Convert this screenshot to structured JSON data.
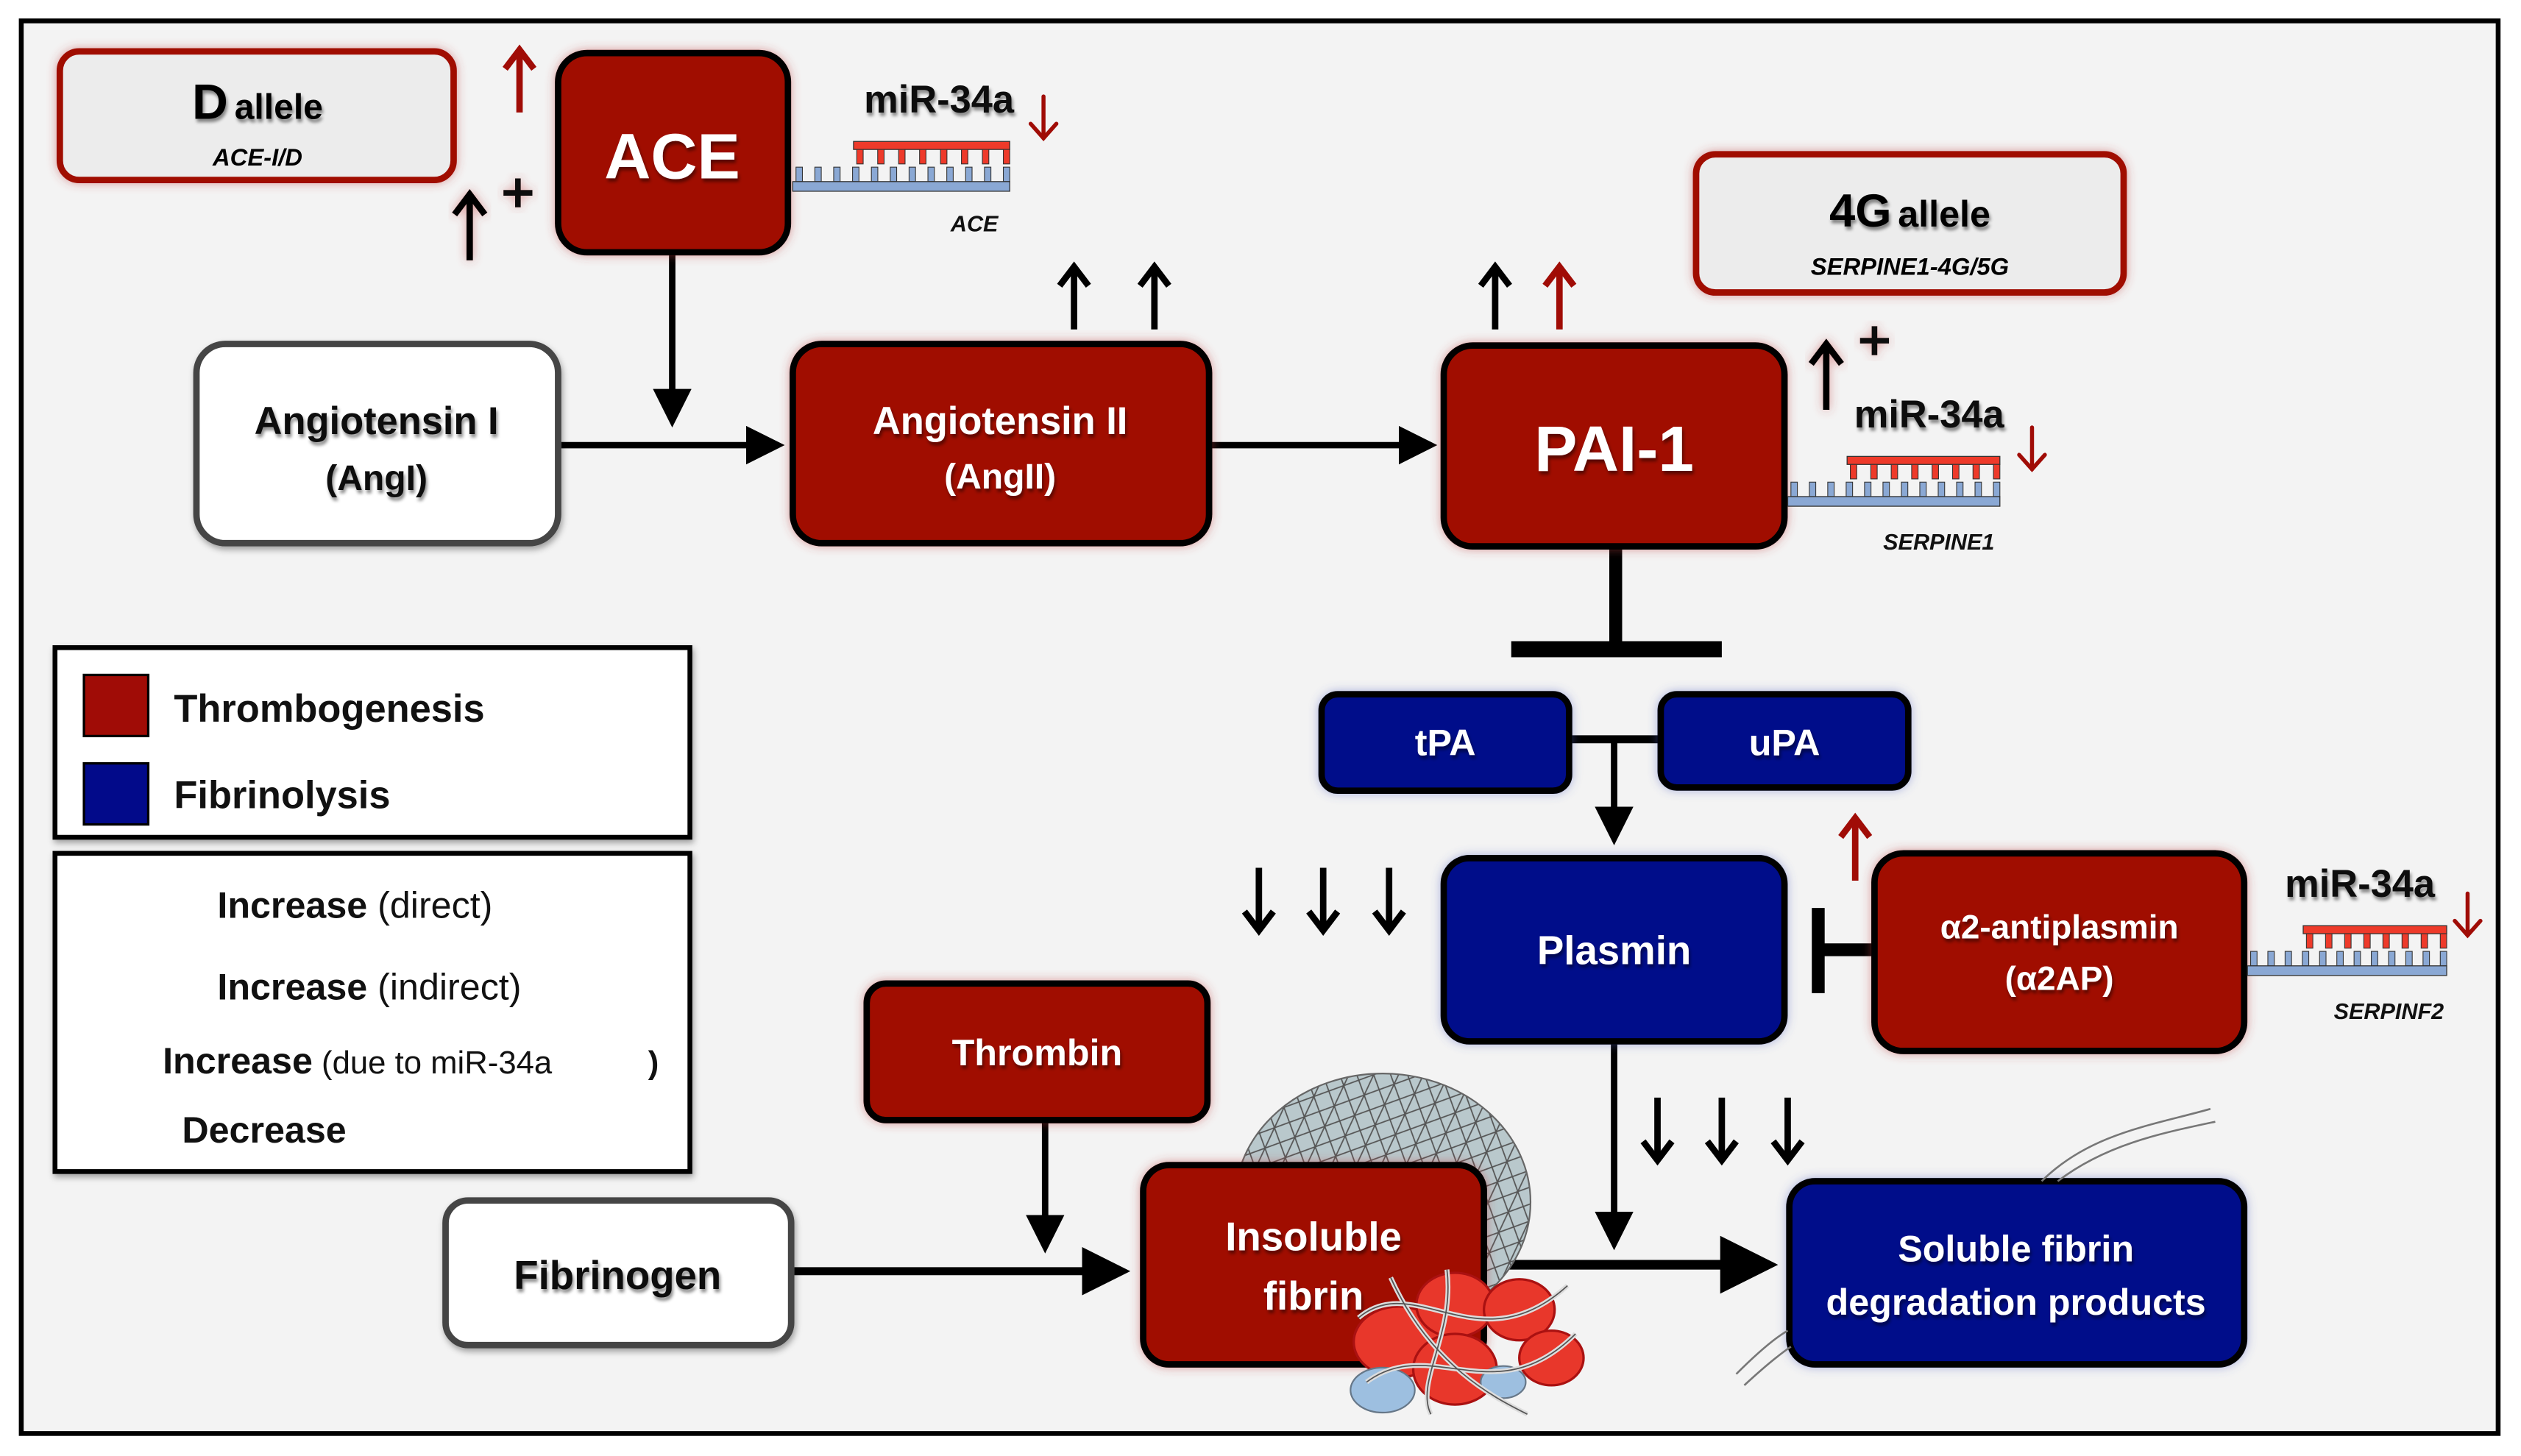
{
  "colors": {
    "thrombogenesis": "#a00c06",
    "fibrinolysis": "#020a8a",
    "background": "#f3f3f3",
    "mirna_strand": "#ee3a2a",
    "mrna_strand": "#8aa8d4",
    "arrow_red": "#a00c06",
    "arrow_black": "#000000"
  },
  "alleles": {
    "d_allele": {
      "main": "D",
      "suffix": "allele",
      "gene": "ACE-I/D"
    },
    "g4_allele": {
      "main": "4G",
      "suffix": "allele",
      "gene": "SERPINE1-4G/5G"
    }
  },
  "nodes": {
    "ace": "ACE",
    "angiotensin_1": {
      "line1": "Angiotensin I",
      "line2": "(AngI)"
    },
    "angiotensin_2": {
      "line1": "Angiotensin II",
      "line2": "(AngII)"
    },
    "pai1": "PAI-1",
    "tpa": "tPA",
    "upa": "uPA",
    "plasmin": "Plasmin",
    "a2ap": {
      "line1": "α2-antiplasmin",
      "line2": "(α2AP)"
    },
    "thrombin": "Thrombin",
    "fibrinogen": "Fibrinogen",
    "insoluble_fibrin": {
      "line1": "Insoluble",
      "line2": "fibrin"
    },
    "soluble_fdp": {
      "line1": "Soluble fibrin",
      "line2": "degradation products"
    }
  },
  "mirna": {
    "label": "miR-34a",
    "targets": [
      "ACE",
      "SERPINE1",
      "SERPINF2"
    ]
  },
  "legend_categories": [
    {
      "label": "Thrombogenesis",
      "color_key": "thrombogenesis"
    },
    {
      "label": "Fibrinolysis",
      "color_key": "fibrinolysis"
    }
  ],
  "legend_arrows": [
    {
      "bold": "Increase",
      "rest": " (direct)",
      "symbol": "arrow-up-plus-glow"
    },
    {
      "bold": "Increase",
      "rest": " (indirect)",
      "symbol": "arrow-up-black"
    },
    {
      "bold": "Increase",
      "rest": " (due to miR-34a",
      "symbol": "arrow-up-red",
      "trail": ")"
    },
    {
      "bold": "Decrease",
      "rest": "",
      "symbol": "arrow-down-black"
    }
  ],
  "plus_sign": "+"
}
